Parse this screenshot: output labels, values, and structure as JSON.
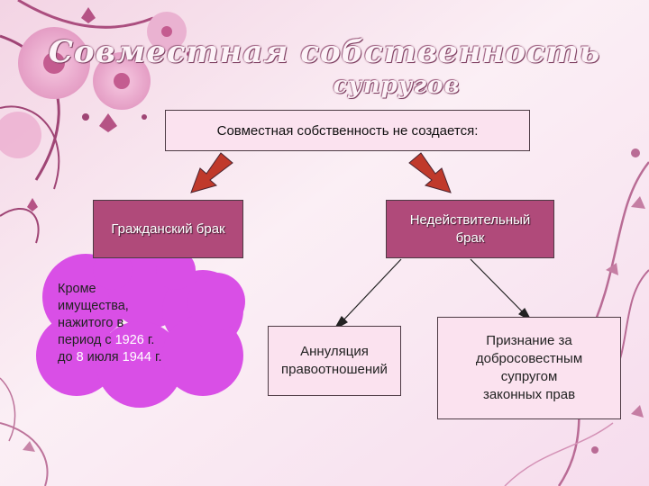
{
  "title": {
    "line1": "Совместная собственность",
    "line2": "супругов"
  },
  "top_box": {
    "text": "Совместная собственность не создается:"
  },
  "civil_box": {
    "text": "Гражданский брак"
  },
  "invalid_box": {
    "line1": "Недействительный",
    "line2": "брак"
  },
  "cloud": {
    "line1": "Кроме",
    "line2": "имущества,",
    "line3": "нажитого в",
    "line4_prefix": "период с ",
    "line4_year": "1926",
    "line4_suffix": " г.",
    "line5_prefix": "до ",
    "line5_day": "8",
    "line5_mid": " июля ",
    "line5_year": "1944",
    "line5_suffix": " г."
  },
  "annul_box": {
    "line1": "Аннуляция",
    "line2": "правоотношений"
  },
  "recog_box": {
    "line1": "Признание за",
    "line2": "добросовестным",
    "line3": "супругом",
    "line4": "законных прав"
  },
  "colors": {
    "accent": "#b04a7a",
    "light_box": "#fbe2ef",
    "cloud": "#d94fe6",
    "arrow": "#c0392b"
  }
}
